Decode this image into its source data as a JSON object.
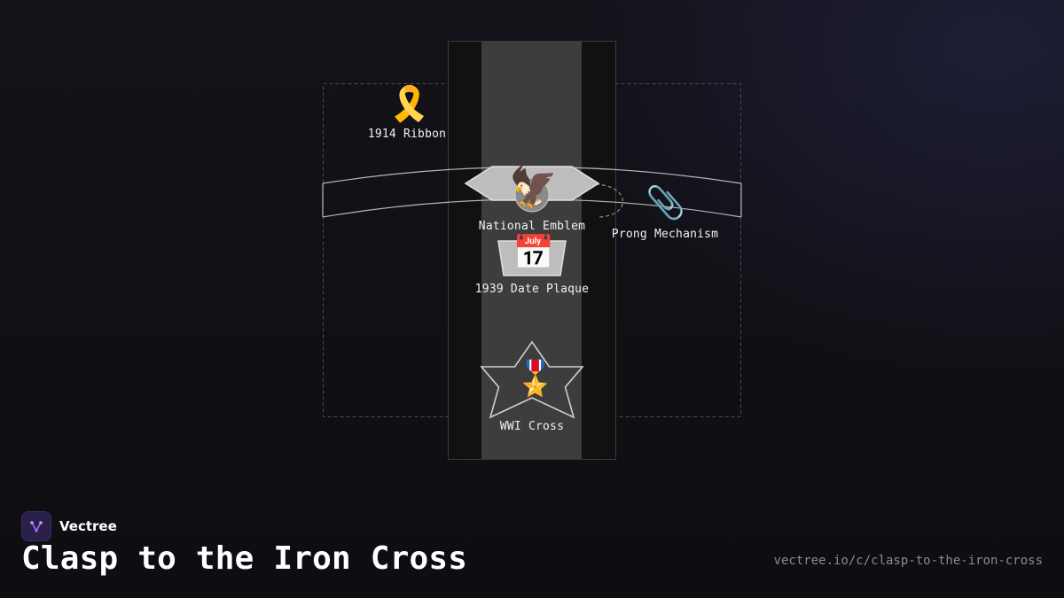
{
  "brand": {
    "name": "Vectree",
    "logo_icon": "vectree-tree-icon",
    "accent": "#a66cff"
  },
  "page": {
    "title": "Clasp to the Iron Cross",
    "url": "vectree.io/c/clasp-to-the-iron-cross"
  },
  "diagram": {
    "parts": [
      {
        "id": "ribbon",
        "label": "1914 Ribbon",
        "icon": "ribbon-icon",
        "glyph": "🎗️"
      },
      {
        "id": "emblem",
        "label": "National Emblem",
        "icon": "eagle-icon",
        "glyph": "🦅"
      },
      {
        "id": "prong",
        "label": "Prong Mechanism",
        "icon": "paperclip-icon",
        "glyph": "📎"
      },
      {
        "id": "plaque",
        "label": "1939 Date Plaque",
        "icon": "calendar-icon",
        "glyph": "📅"
      },
      {
        "id": "cross",
        "label": "WWI Cross",
        "icon": "medal-icon",
        "glyph": "🎖️"
      }
    ],
    "colors": {
      "strip_dark": "#111111",
      "strip_light": "#3d3d3d",
      "shape_fill": "#bdbdbd",
      "shape_stroke": "#e0e0e0",
      "outline": "#5a5a5a"
    }
  }
}
